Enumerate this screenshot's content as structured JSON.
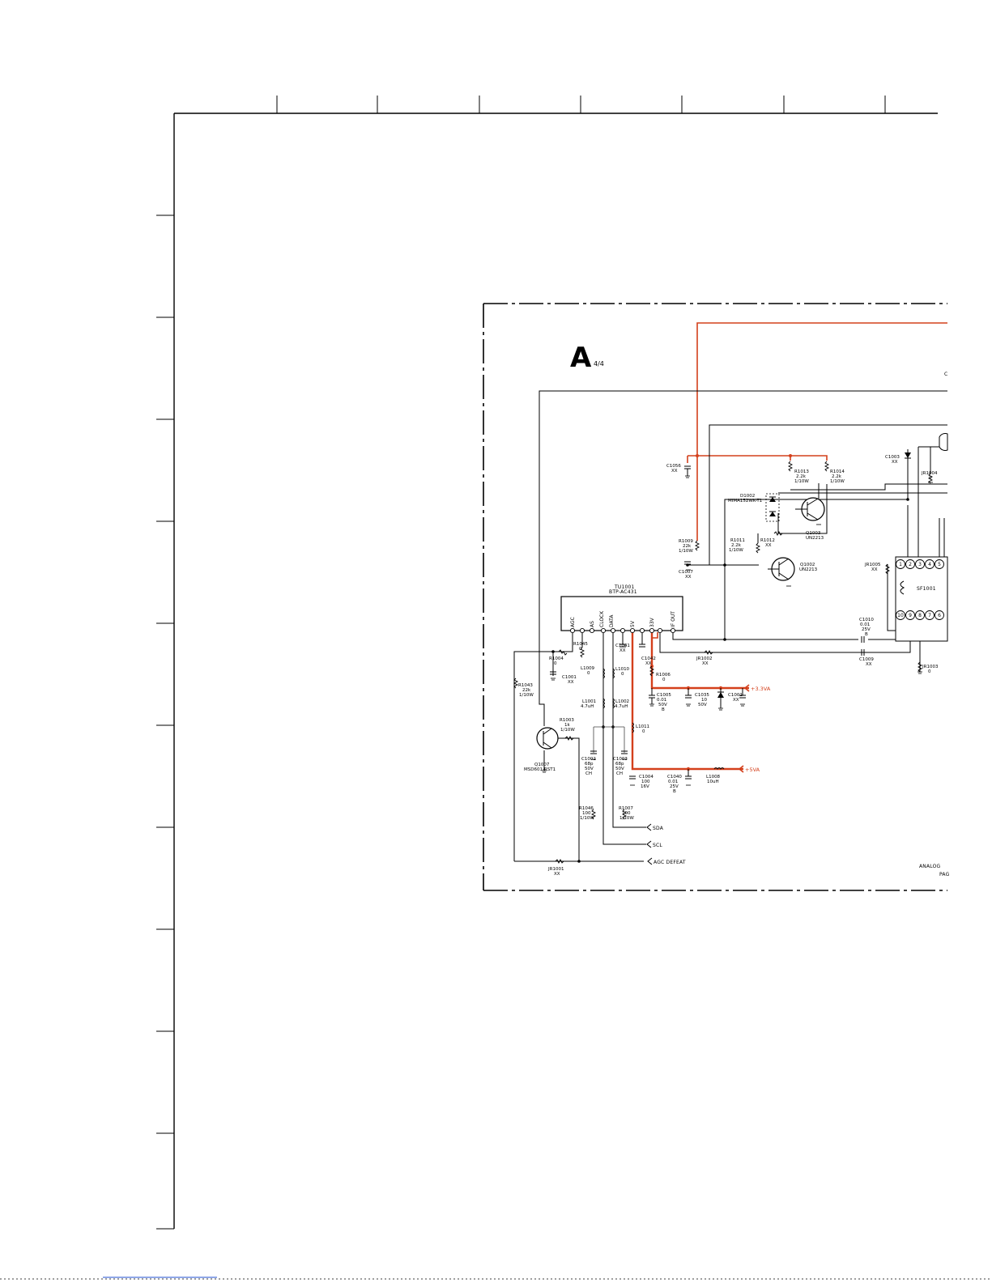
{
  "block_letter": "A",
  "block_fraction": "4/4",
  "tuner": {
    "ref": "TU1001",
    "part": "BTP-AC431",
    "pins": [
      "AGC",
      "AS",
      "CLOCK",
      "DATA",
      "5V",
      "33V",
      "IF OUT"
    ]
  },
  "saw_filter": {
    "ref": "SF1001",
    "pins_top": [
      "1",
      "2",
      "3",
      "4",
      "5"
    ],
    "pins_bottom": [
      "10",
      "9",
      "8",
      "7",
      "6"
    ]
  },
  "rails": {
    "v33": "+3.3VA",
    "v5": "+5VA"
  },
  "signals": {
    "sda": "SDA",
    "scl": "SCL",
    "agc_defeat": "AGC DEFEAT"
  },
  "footer": {
    "analog": "ANALOG",
    "page": "PAG"
  },
  "partial_label": "C",
  "components": {
    "C1056": [
      "C1056",
      "XX"
    ],
    "R1013": [
      "R1013",
      "2.2k",
      "1/10W"
    ],
    "R1014": [
      "R1014",
      "2.2k",
      "1/10W"
    ],
    "C1003": [
      "C1003",
      "XX"
    ],
    "JR1004": [
      "JR1004",
      "0"
    ],
    "D1002": [
      "D1002",
      "MIMA152WK-T1"
    ],
    "Q1003": [
      "Q1003",
      "UN2213"
    ],
    "R1011": [
      "R1011",
      "2.2k",
      "1/10W"
    ],
    "R1012": [
      "R1012",
      "XX"
    ],
    "R1009": [
      "R1009",
      "22k",
      "1/10W"
    ],
    "C1007": [
      "C1007",
      "XX"
    ],
    "Q1002": [
      "Q1002",
      "UN2213"
    ],
    "JR1005": [
      "JR1005",
      "XX"
    ],
    "R1045": [
      "R1045",
      "0"
    ],
    "C1041": [
      "C1041",
      "XX"
    ],
    "C1042": [
      "C1042",
      "XX"
    ],
    "JR1002": [
      "JR1002",
      "XX"
    ],
    "C1010": [
      "C1010",
      "0.01",
      "25V",
      "B"
    ],
    "C1009": [
      "C1009",
      "XX"
    ],
    "JR1003": [
      "JR1003",
      "0"
    ],
    "R1004": [
      "R1004",
      "0"
    ],
    "C1001a": [
      "C1001",
      "XX"
    ],
    "L1009": [
      "L1009",
      "0"
    ],
    "L1010": [
      "L1010",
      "0"
    ],
    "R1006": [
      "R1006",
      "0"
    ],
    "R1043": [
      "R1043",
      "22k",
      "1/10W"
    ],
    "L1001": [
      "L1001",
      "4.7uH"
    ],
    "L1002": [
      "L1002",
      "4.7uH"
    ],
    "C1005": [
      "C1005",
      "0.01",
      "50V",
      "B"
    ],
    "C1035": [
      "C1035",
      "10",
      "50V"
    ],
    "C1001b": [
      "C1001",
      "XX"
    ],
    "R1003": [
      "R1003",
      "1k",
      "1/10W"
    ],
    "L1011": [
      "L1011",
      "0"
    ],
    "Q1007": [
      "Q1007",
      "MSD601-RST1"
    ],
    "C1002": [
      "C1002",
      "68p",
      "50V",
      "CH"
    ],
    "C1003b": [
      "C1003",
      "68p",
      "50V",
      "CH"
    ],
    "C1004": [
      "C1004",
      "100",
      "16V"
    ],
    "C1040": [
      "C1040",
      "0.01",
      "25V",
      "B"
    ],
    "L1008": [
      "L1008",
      "10uH"
    ],
    "R1046": [
      "R1046",
      "100",
      "1/10W"
    ],
    "R1007": [
      "R1007",
      "100",
      "1/10W"
    ],
    "JR1001": [
      "JR1001",
      "XX"
    ]
  }
}
